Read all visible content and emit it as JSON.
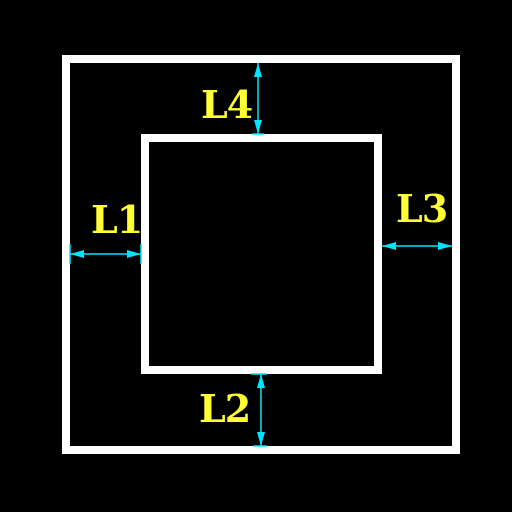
{
  "colors": {
    "background": "#000000",
    "outline": "#ffffff",
    "dimension_line": "#00e5ff",
    "label": "#ffff33"
  },
  "diagram": {
    "labels": {
      "l1": "L1",
      "l2": "L2",
      "l3": "L3",
      "l4": "L4"
    }
  }
}
